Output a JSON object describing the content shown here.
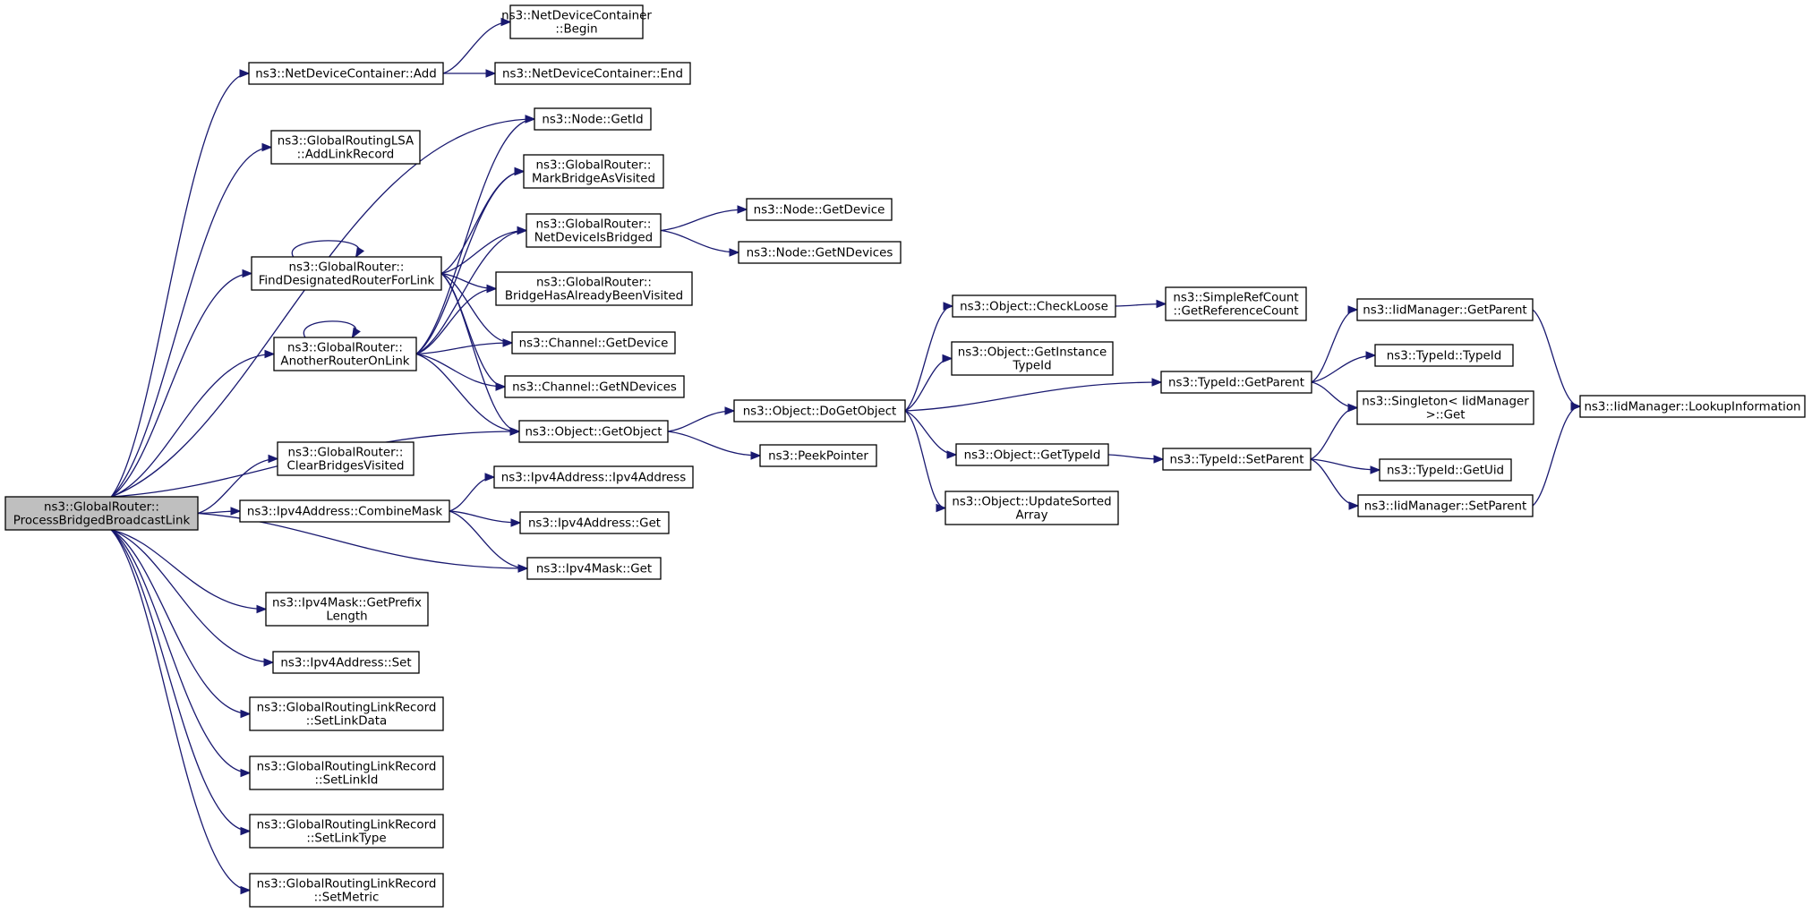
{
  "colors": {
    "edge": "#191970",
    "node_border": "#000000",
    "node_fill": "#ffffff",
    "root_fill": "#bfbfbf"
  },
  "nodes": [
    {
      "id": "root",
      "lines": [
        "ns3::GlobalRouter::",
        "ProcessBridgedBroadcastLink"
      ],
      "root": true
    },
    {
      "id": "ndc_add",
      "lines": [
        "ns3::NetDeviceContainer::Add"
      ]
    },
    {
      "id": "ndc_begin",
      "lines": [
        "ns3::NetDeviceContainer",
        "::Begin"
      ]
    },
    {
      "id": "ndc_end",
      "lines": [
        "ns3::NetDeviceContainer::End"
      ]
    },
    {
      "id": "lsa_add",
      "lines": [
        "ns3::GlobalRoutingLSA",
        "::AddLinkRecord"
      ]
    },
    {
      "id": "node_getid",
      "lines": [
        "ns3::Node::GetId"
      ]
    },
    {
      "id": "gr_mark",
      "lines": [
        "ns3::GlobalRouter::",
        "MarkBridgeAsVisited"
      ]
    },
    {
      "id": "gr_ndib",
      "lines": [
        "ns3::GlobalRouter::",
        "NetDeviceIsBridged"
      ]
    },
    {
      "id": "node_getdevice",
      "lines": [
        "ns3::Node::GetDevice"
      ]
    },
    {
      "id": "node_getndev",
      "lines": [
        "ns3::Node::GetNDevices"
      ]
    },
    {
      "id": "gr_fdr",
      "lines": [
        "ns3::GlobalRouter::",
        "FindDesignatedRouterForLink"
      ]
    },
    {
      "id": "gr_bhabv",
      "lines": [
        "ns3::GlobalRouter::",
        "BridgeHasAlreadyBeenVisited"
      ]
    },
    {
      "id": "gr_arol",
      "lines": [
        "ns3::GlobalRouter::",
        "AnotherRouterOnLink"
      ]
    },
    {
      "id": "ch_getdevice",
      "lines": [
        "ns3::Channel::GetDevice"
      ]
    },
    {
      "id": "ch_getndev",
      "lines": [
        "ns3::Channel::GetNDevices"
      ]
    },
    {
      "id": "obj_getobject",
      "lines": [
        "ns3::Object::GetObject"
      ]
    },
    {
      "id": "peekpointer",
      "lines": [
        "ns3::PeekPointer"
      ]
    },
    {
      "id": "obj_dogetobject",
      "lines": [
        "ns3::Object::DoGetObject"
      ]
    },
    {
      "id": "obj_checkloose",
      "lines": [
        "ns3::Object::CheckLoose"
      ]
    },
    {
      "id": "src_getref",
      "lines": [
        "ns3::SimpleRefCount",
        "::GetReferenceCount"
      ]
    },
    {
      "id": "obj_getinst",
      "lines": [
        "ns3::Object::GetInstance",
        "TypeId"
      ]
    },
    {
      "id": "obj_gettypeid",
      "lines": [
        "ns3::Object::GetTypeId"
      ]
    },
    {
      "id": "obj_update",
      "lines": [
        "ns3::Object::UpdateSorted",
        "Array"
      ]
    },
    {
      "id": "tid_getparent",
      "lines": [
        "ns3::TypeId::GetParent"
      ]
    },
    {
      "id": "tid_setparent",
      "lines": [
        "ns3::TypeId::SetParent"
      ]
    },
    {
      "id": "iid_getparent",
      "lines": [
        "ns3::IidManager::GetParent"
      ]
    },
    {
      "id": "tid_typeid",
      "lines": [
        "ns3::TypeId::TypeId"
      ]
    },
    {
      "id": "singleton_get",
      "lines": [
        "ns3::Singleton< IidManager",
        ">::Get"
      ]
    },
    {
      "id": "tid_getuid",
      "lines": [
        "ns3::TypeId::GetUid"
      ]
    },
    {
      "id": "iid_setparent",
      "lines": [
        "ns3::IidManager::SetParent"
      ]
    },
    {
      "id": "iid_lookup",
      "lines": [
        "ns3::IidManager::LookupInformation"
      ]
    },
    {
      "id": "gr_clear",
      "lines": [
        "ns3::GlobalRouter::",
        "ClearBridgesVisited"
      ]
    },
    {
      "id": "ipv4addr_combine",
      "lines": [
        "ns3::Ipv4Address::CombineMask"
      ]
    },
    {
      "id": "ipv4addr_ctor",
      "lines": [
        "ns3::Ipv4Address::Ipv4Address"
      ]
    },
    {
      "id": "ipv4addr_get",
      "lines": [
        "ns3::Ipv4Address::Get"
      ]
    },
    {
      "id": "ipv4mask_get",
      "lines": [
        "ns3::Ipv4Mask::Get"
      ]
    },
    {
      "id": "ipv4mask_prefix",
      "lines": [
        "ns3::Ipv4Mask::GetPrefix",
        "Length"
      ]
    },
    {
      "id": "ipv4addr_set",
      "lines": [
        "ns3::Ipv4Address::Set"
      ]
    },
    {
      "id": "glr_setlinkdata",
      "lines": [
        "ns3::GlobalRoutingLinkRecord",
        "::SetLinkData"
      ]
    },
    {
      "id": "glr_setlinkid",
      "lines": [
        "ns3::GlobalRoutingLinkRecord",
        "::SetLinkId"
      ]
    },
    {
      "id": "glr_setlinktype",
      "lines": [
        "ns3::GlobalRoutingLinkRecord",
        "::SetLinkType"
      ]
    },
    {
      "id": "glr_setmetric",
      "lines": [
        "ns3::GlobalRoutingLinkRecord",
        "::SetMetric"
      ]
    }
  ],
  "edges": [
    [
      "root",
      "ndc_add"
    ],
    [
      "root",
      "lsa_add"
    ],
    [
      "root",
      "node_getid"
    ],
    [
      "root",
      "gr_fdr"
    ],
    [
      "root",
      "gr_arol"
    ],
    [
      "root",
      "obj_getobject"
    ],
    [
      "root",
      "gr_clear"
    ],
    [
      "root",
      "ipv4addr_combine"
    ],
    [
      "root",
      "ipv4mask_get"
    ],
    [
      "root",
      "ipv4mask_prefix"
    ],
    [
      "root",
      "ipv4addr_set"
    ],
    [
      "root",
      "glr_setlinkdata"
    ],
    [
      "root",
      "glr_setlinkid"
    ],
    [
      "root",
      "glr_setlinktype"
    ],
    [
      "root",
      "glr_setmetric"
    ],
    [
      "ndc_add",
      "ndc_begin"
    ],
    [
      "ndc_add",
      "ndc_end"
    ],
    [
      "gr_fdr",
      "gr_fdr"
    ],
    [
      "gr_fdr",
      "gr_mark"
    ],
    [
      "gr_fdr",
      "gr_ndib"
    ],
    [
      "gr_fdr",
      "gr_bhabv"
    ],
    [
      "gr_fdr",
      "ch_getdevice"
    ],
    [
      "gr_fdr",
      "ch_getndev"
    ],
    [
      "gr_fdr",
      "obj_getobject"
    ],
    [
      "gr_arol",
      "gr_arol"
    ],
    [
      "gr_arol",
      "node_getid"
    ],
    [
      "gr_arol",
      "gr_mark"
    ],
    [
      "gr_arol",
      "gr_ndib"
    ],
    [
      "gr_arol",
      "gr_bhabv"
    ],
    [
      "gr_arol",
      "ch_getdevice"
    ],
    [
      "gr_arol",
      "ch_getndev"
    ],
    [
      "gr_arol",
      "obj_getobject"
    ],
    [
      "gr_ndib",
      "node_getdevice"
    ],
    [
      "gr_ndib",
      "node_getndev"
    ],
    [
      "obj_getobject",
      "obj_dogetobject"
    ],
    [
      "obj_getobject",
      "peekpointer"
    ],
    [
      "obj_dogetobject",
      "obj_checkloose"
    ],
    [
      "obj_dogetobject",
      "obj_getinst"
    ],
    [
      "obj_dogetobject",
      "tid_getparent"
    ],
    [
      "obj_dogetobject",
      "obj_gettypeid"
    ],
    [
      "obj_dogetobject",
      "obj_update"
    ],
    [
      "obj_checkloose",
      "src_getref"
    ],
    [
      "tid_getparent",
      "iid_getparent"
    ],
    [
      "tid_getparent",
      "tid_typeid"
    ],
    [
      "tid_getparent",
      "singleton_get"
    ],
    [
      "obj_gettypeid",
      "tid_setparent"
    ],
    [
      "tid_setparent",
      "singleton_get"
    ],
    [
      "tid_setparent",
      "tid_getuid"
    ],
    [
      "tid_setparent",
      "iid_setparent"
    ],
    [
      "iid_getparent",
      "iid_lookup"
    ],
    [
      "iid_setparent",
      "iid_lookup"
    ],
    [
      "ipv4addr_combine",
      "ipv4addr_ctor"
    ],
    [
      "ipv4addr_combine",
      "ipv4addr_get"
    ],
    [
      "ipv4addr_combine",
      "ipv4mask_get"
    ]
  ]
}
